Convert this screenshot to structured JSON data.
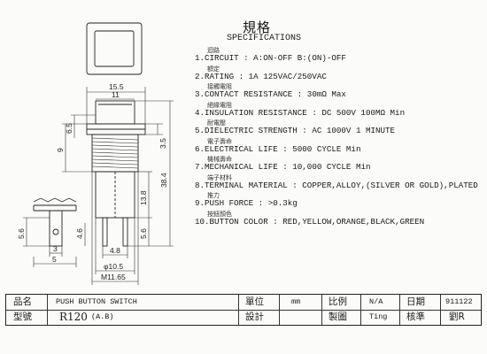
{
  "spec": {
    "title_cn": "規格",
    "title_en": "SPECIFICATIONS",
    "items": [
      {
        "cn": "迴路",
        "text": "1.CIRCUIT : A:ON-OFF   B:(ON)-OFF"
      },
      {
        "cn": "額定",
        "text": "2.RATING : 1A 125VAC/250VAC"
      },
      {
        "cn": "接觸電阻",
        "text": "3.CONTACT RESISTANCE : 30mΩ Max"
      },
      {
        "cn": "絕緣電阻",
        "text": "4.INSULATION RESISTANCE : DC 500V 100MΩ Min"
      },
      {
        "cn": "耐電壓",
        "text": "5.DIELECTRIC STRENGTH : AC 1000V 1 MINUTE"
      },
      {
        "cn": "電子壽命",
        "text": "6.ELECTRICAL LIFE : 5000 CYCLE Min"
      },
      {
        "cn": "機械壽命",
        "text": "7.MECHANICAL LIFE : 10,000 CYCLE Min"
      },
      {
        "cn": "端子材料",
        "text": "8.TERMINAL MATERIAL : COPPER,ALLOY,(SILVER OR GOLD),PLATED"
      },
      {
        "cn": "推力",
        "text": "9.PUSH FORCE : >0.3kg"
      },
      {
        "cn": "按鈕顏色",
        "text": "10.BUTTON COLOR : RED,YELLOW,ORANGE,BLACK,GREEN"
      }
    ]
  },
  "dimensions": {
    "d15_5": "15.5",
    "d11": "11",
    "d6_5": "6.5",
    "d9": "9",
    "d3_5": "3.5",
    "d38_4": "38.4",
    "d13_8": "13.8",
    "d5_6_left": "5.6",
    "d4_6": "4.6",
    "d5_6_right": "5.6",
    "d4_8": "4.8",
    "d3": "3",
    "d5": "5",
    "d10_5": "φ10.5",
    "d11_65": "M11.65"
  },
  "titleblock": {
    "name_label": "品名",
    "name_value": "PUSH BUTTON SWITCH",
    "unit_label": "單位",
    "unit_value": "mm",
    "scale_label": "比例",
    "scale_value": "N/A",
    "date_label": "日期",
    "date_value": "911122",
    "model_label": "型號",
    "model_value": "R120",
    "model_suffix": "(A.B)",
    "design_label": "設計",
    "draw_label": "製圖",
    "draw_value": "Ting",
    "approve_label": "核準",
    "approve_value": "劉R"
  }
}
